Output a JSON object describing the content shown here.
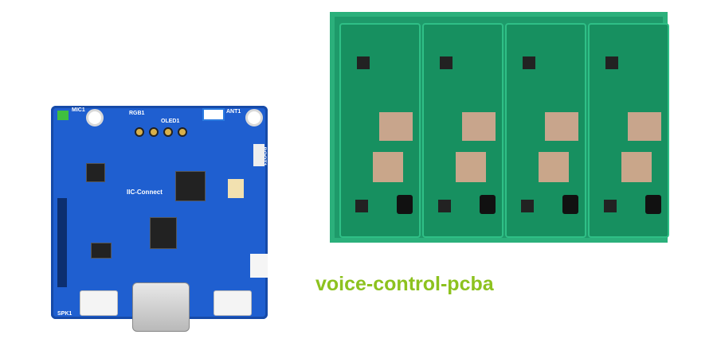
{
  "caption": "voice-control-pcba",
  "blue_board": {
    "labels": {
      "mic": "MIC1",
      "rgb": "RGB1",
      "oled": "OLED1",
      "ant": "ANT1",
      "boot": "BOOT1",
      "spk": "SPK1",
      "brand": "IIC-Connect"
    }
  },
  "colors": {
    "caption": "#8dc21f",
    "blue_board": "#1f5fd0",
    "green_board": "#1e9a6a"
  }
}
